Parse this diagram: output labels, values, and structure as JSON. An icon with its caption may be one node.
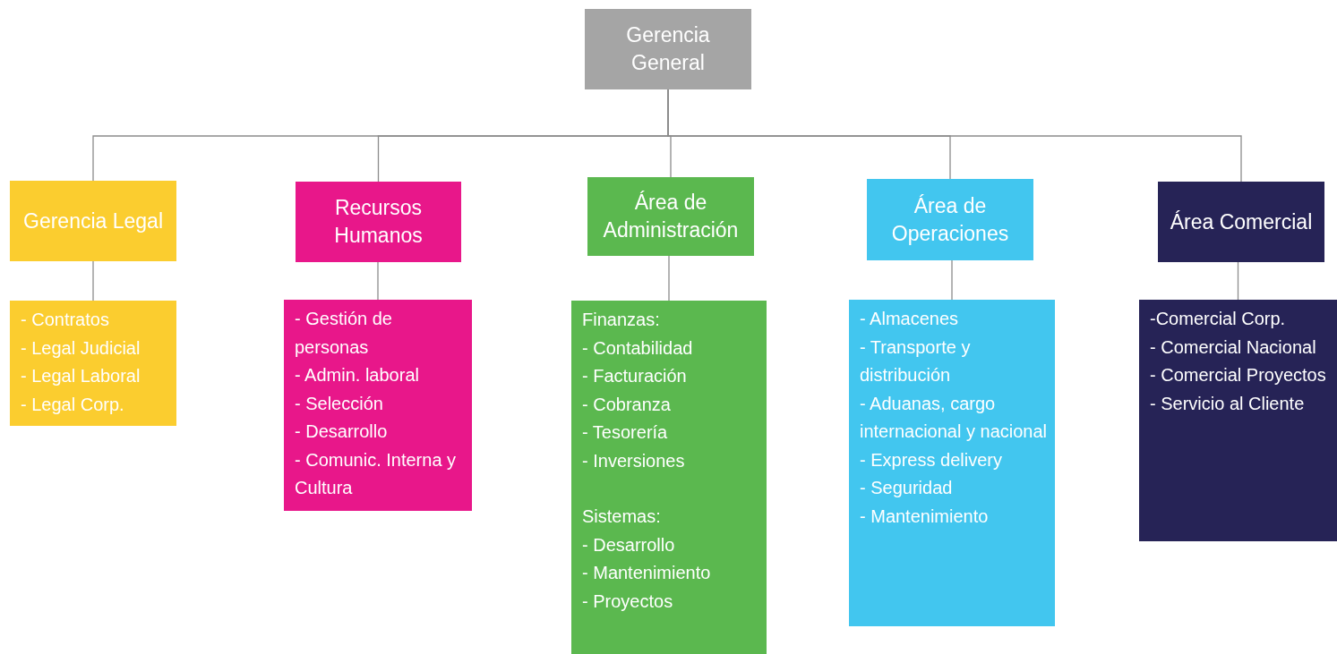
{
  "diagram": {
    "nodes": [
      {
        "text": [
          "Gerencia General"
        ]
      },
      {
        "text": [
          "Gerencia Legal"
        ]
      },
      {
        "text": [
          "Recursos Humanos"
        ]
      },
      {
        "text": [
          "Área de Administración"
        ]
      },
      {
        "text": [
          "Área de Operaciones"
        ]
      },
      {
        "text": [
          "Área Comercial"
        ]
      },
      {
        "text": [
          "- Contratos",
          "- Legal Judicial",
          "- Legal Laboral",
          "- Legal Corp."
        ]
      },
      {
        "text": [
          "- Gestión de personas",
          "- Admin. laboral",
          "- Selección",
          "- Desarrollo",
          "- Comunic. Interna y Cultura"
        ]
      },
      {
        "text": [
          "Finanzas:",
          "- Contabilidad",
          "- Facturación",
          "- Cobranza",
          "- Tesorería",
          "- Inversiones",
          "Sistemas:",
          "- Desarrollo",
          "- Mantenimiento",
          "- Proyectos"
        ]
      },
      {
        "text": [
          "- Almacenes",
          "- Transporte y distribución",
          "- Aduanas, cargo internacional y nacional",
          "- Express delivery",
          "- Seguridad",
          "- Mantenimiento"
        ]
      },
      {
        "text": [
          "-Comercial Corp.",
          "- Comercial Nacional",
          "- Comercial Proyectos",
          "- Servicio al Cliente"
        ]
      }
    ],
    "edges": [
      {
        "from": 0,
        "to": 1,
        "arrow": "none"
      },
      {
        "from": 0,
        "to": 2,
        "arrow": "none"
      },
      {
        "from": 0,
        "to": 3,
        "arrow": "none"
      },
      {
        "from": 0,
        "to": 4,
        "arrow": "none"
      },
      {
        "from": 0,
        "to": 5,
        "arrow": "none"
      },
      {
        "from": 1,
        "to": 6,
        "arrow": "none"
      },
      {
        "from": 2,
        "to": 7,
        "arrow": "none"
      },
      {
        "from": 3,
        "to": 8,
        "arrow": "none"
      },
      {
        "from": 4,
        "to": 9,
        "arrow": "none"
      },
      {
        "from": 5,
        "to": 10,
        "arrow": "none"
      }
    ]
  }
}
